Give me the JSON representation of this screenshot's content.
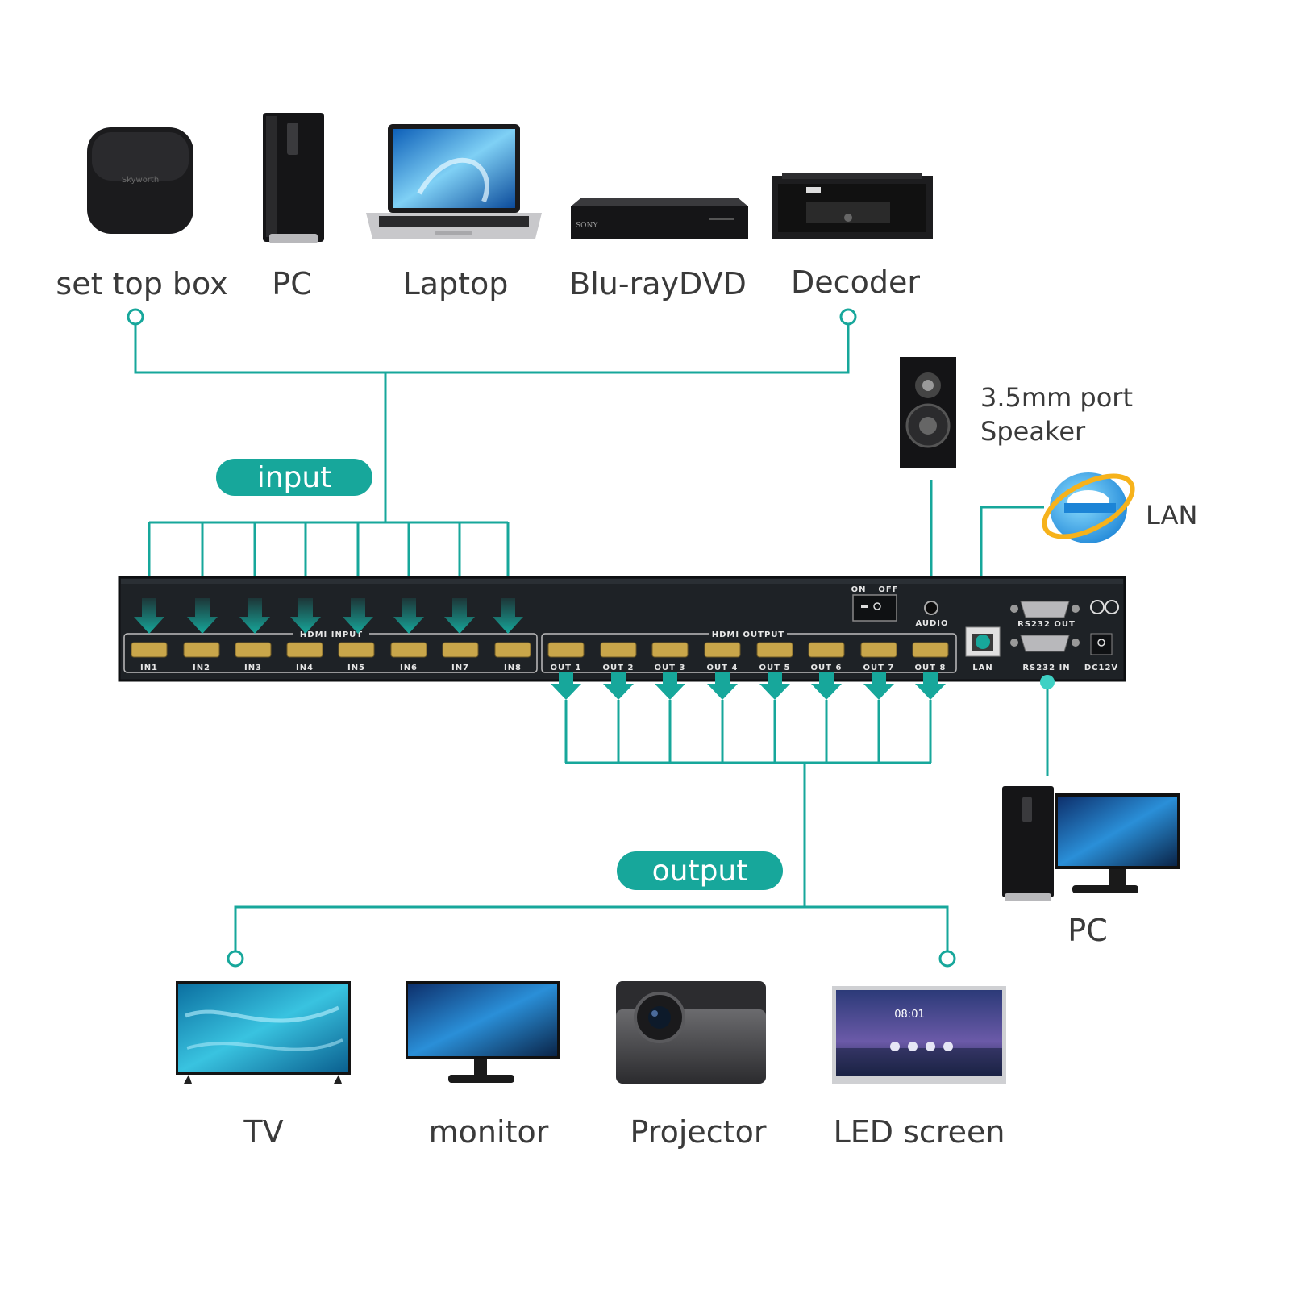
{
  "colors": {
    "accent": "#17a79b",
    "chassis": "#1e2226",
    "port_gold": "#c9a64a"
  },
  "sources": {
    "set_top_box": "set top box",
    "pc": "PC",
    "laptop": "Laptop",
    "bluray": "Blu-rayDVD",
    "decoder": "Decoder"
  },
  "badges": {
    "input": "input",
    "output": "output"
  },
  "side": {
    "speaker_line1": "3.5mm port",
    "speaker_line2": "Speaker",
    "lan": "LAN",
    "control_pc": "PC"
  },
  "displays": {
    "tv": "TV",
    "monitor": "monitor",
    "projector": "Projector",
    "led": "LED screen"
  },
  "device": {
    "hdmi_input_title": "HDMI INPUT",
    "hdmi_output_title": "HDMI OUTPUT",
    "inputs": [
      "IN1",
      "IN2",
      "IN3",
      "IN4",
      "IN5",
      "IN6",
      "IN7",
      "IN8"
    ],
    "outputs": [
      "OUT 1",
      "OUT 2",
      "OUT 3",
      "OUT 4",
      "OUT 5",
      "OUT 6",
      "OUT 7",
      "OUT 8"
    ],
    "switch_on": "ON",
    "switch_off": "OFF",
    "audio": "AUDIO",
    "lan_port": "LAN",
    "rs232_out": "RS232 OUT",
    "rs232_in": "RS232 IN",
    "dc": "DC12V",
    "stb_brand": "Skyworth",
    "bluray_brand": "SONY",
    "led_time": "08:01"
  }
}
